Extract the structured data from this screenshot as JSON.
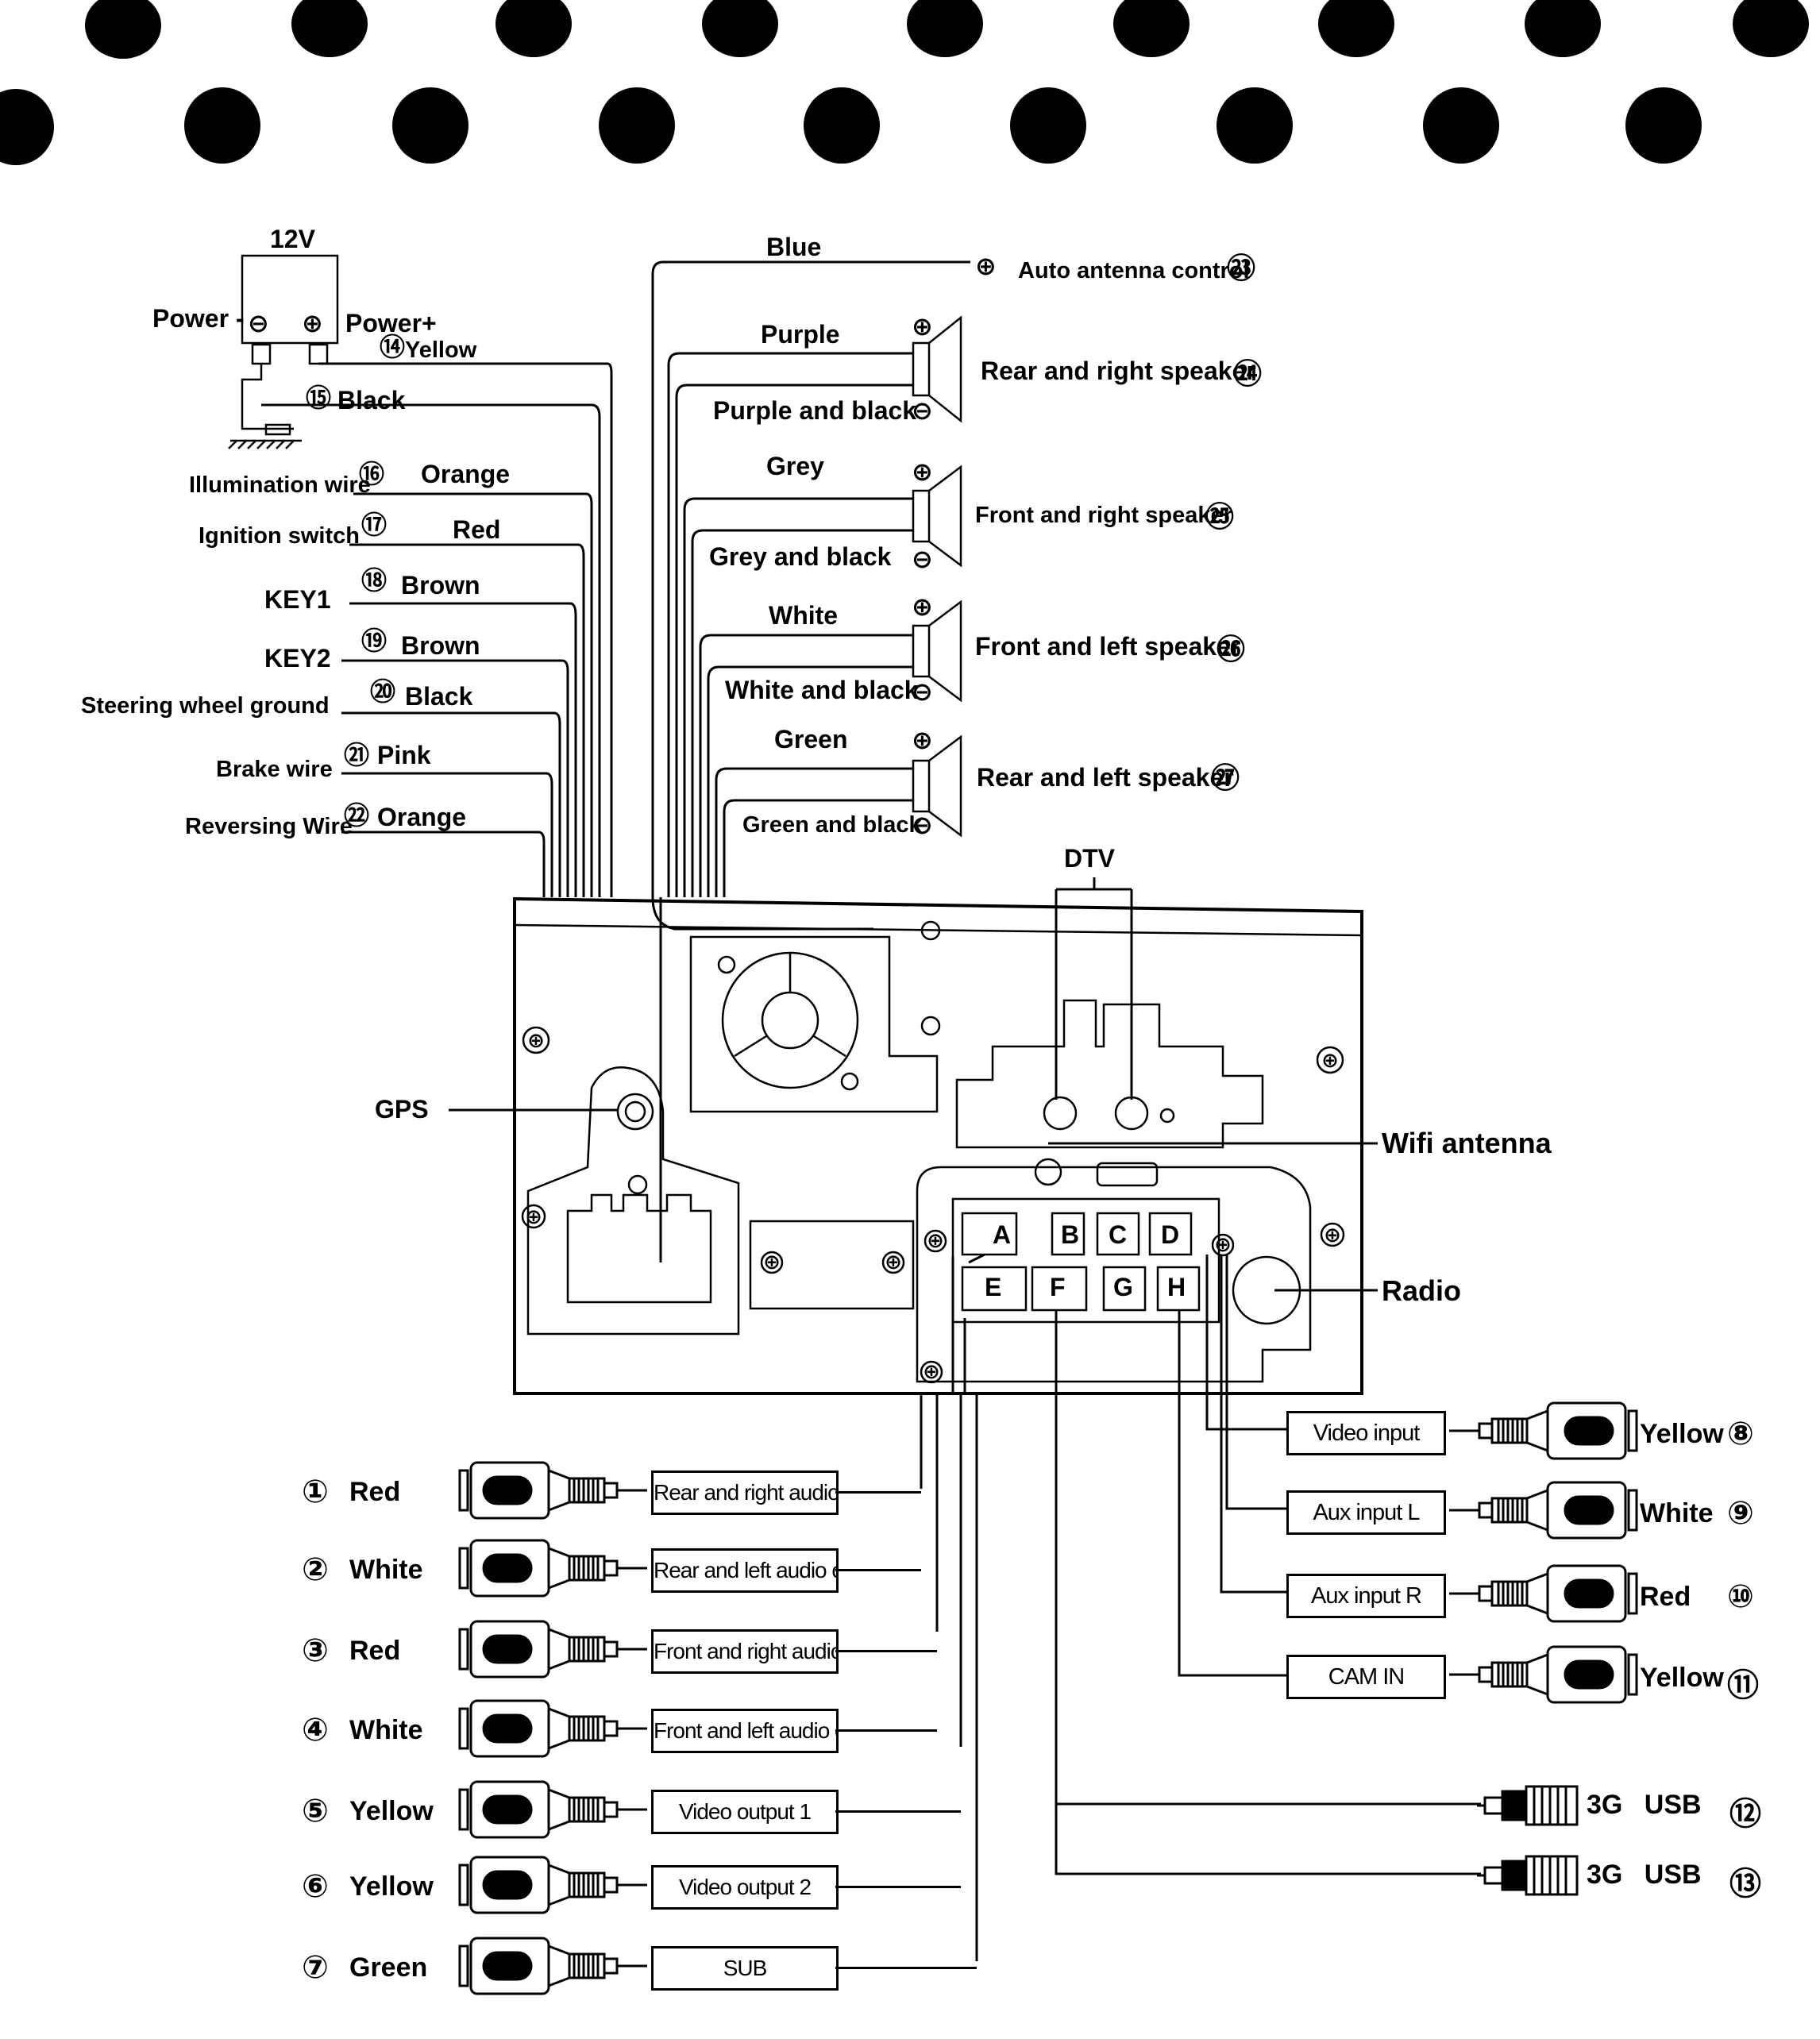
{
  "power": {
    "voltage": "12V",
    "minus_label": "Power -",
    "plus_label": "Power+",
    "minus_sign": "⊖",
    "plus_sign": "⊕"
  },
  "left_wires": [
    {
      "num": "⑭",
      "color": "Yellow",
      "label": ""
    },
    {
      "num": "⑮",
      "color": "Black",
      "label": ""
    },
    {
      "num": "⑯",
      "color": "Orange",
      "label": "Illumination wire"
    },
    {
      "num": "⑰",
      "color": "Red",
      "label": "Ignition switch"
    },
    {
      "num": "⑱",
      "color": "Brown",
      "label": "KEY1"
    },
    {
      "num": "⑲",
      "color": "Brown",
      "label": "KEY2"
    },
    {
      "num": "⑳",
      "color": "Black",
      "label": "Steering wheel ground"
    },
    {
      "num": "㉑",
      "color": "Pink",
      "label": "Brake wire"
    },
    {
      "num": "㉒",
      "color": "Orange",
      "label": "Reversing Wire"
    }
  ],
  "antenna": {
    "color": "Blue",
    "label": "Auto antenna control",
    "num": "㉓",
    "sign": "⊕"
  },
  "speakers": [
    {
      "pos": "Purple",
      "neg": "Purple and black",
      "label": "Rear and right speaker",
      "num": "㉔"
    },
    {
      "pos": "Grey",
      "neg": "Grey and black",
      "label": "Front and right speaker",
      "num": "㉕"
    },
    {
      "pos": "White",
      "neg": "White and black",
      "label": "Front and left speaker",
      "num": "㉖"
    },
    {
      "pos": "Green",
      "neg": "Green and black",
      "label": "Rear and left speaker",
      "num": "㉗"
    }
  ],
  "speaker_signs": {
    "pos": "⊕",
    "neg": "⊖"
  },
  "unit": {
    "dtv": "DTV",
    "gps": "GPS",
    "wifi": "Wifi antenna",
    "radio": "Radio",
    "ports": [
      "A",
      "B",
      "C",
      "D",
      "E",
      "F",
      "G",
      "H"
    ]
  },
  "outputs": [
    {
      "num": "①",
      "color": "Red",
      "label": "Rear and right audio output"
    },
    {
      "num": "②",
      "color": "White",
      "label": "Rear and left audio output"
    },
    {
      "num": "③",
      "color": "Red",
      "label": "Front and right audio output"
    },
    {
      "num": "④",
      "color": "White",
      "label": "Front and left audio output"
    },
    {
      "num": "⑤",
      "color": "Yellow",
      "label": "Video output 1"
    },
    {
      "num": "⑥",
      "color": "Yellow",
      "label": "Video output 2"
    },
    {
      "num": "⑦",
      "color": "Green",
      "label": "SUB"
    }
  ],
  "inputs": [
    {
      "num": "⑧",
      "color": "Yellow",
      "label": "Video input"
    },
    {
      "num": "⑨",
      "color": "White",
      "label": "Aux input L"
    },
    {
      "num": "⑩",
      "color": "Red",
      "label": "Aux input R"
    },
    {
      "num": "⑪",
      "color": "Yellow",
      "label": "CAM IN"
    }
  ],
  "usb": [
    {
      "num": "⑫",
      "label": "3G USB"
    },
    {
      "num": "⑬",
      "label": "3G USB"
    }
  ]
}
